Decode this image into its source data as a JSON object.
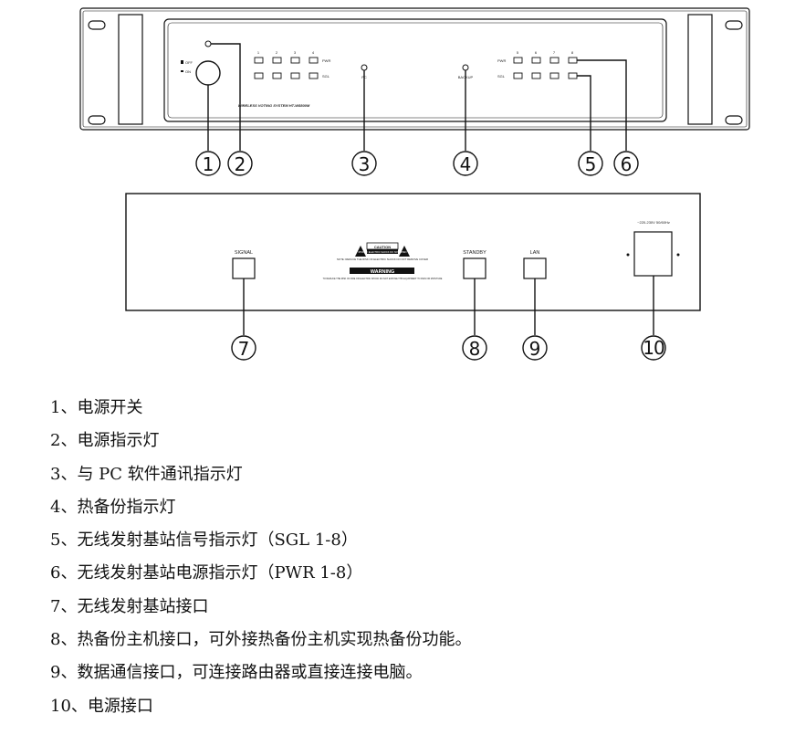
{
  "front_panel": {
    "system_name": "WIRELESS VOTING SYSTEM HT-W8800M",
    "switch_off_label": "OFF",
    "switch_on_label": "ON",
    "channels_left": [
      "1",
      "2",
      "3",
      "4"
    ],
    "channels_right": [
      "5",
      "6",
      "7",
      "8"
    ],
    "pwr_label": "PWR",
    "sgl_label": "SGL",
    "pc_label": "PC",
    "backup_label": "BACKUP"
  },
  "rear_panel": {
    "signal_label": "SIGNAL",
    "caution_title": "CAUTION",
    "caution_sub": "RISK OF ELECTRIC SHOCK DO NOT OPEN",
    "caution_note": "NOTE: REDUCE THE RISK OF ELECTRIC SHOCK DO NOT REMOVE COVER",
    "warning_title": "WARNING",
    "warning_note": "TO REDUCE THE RISK OF FIRE OR ELECTRIC SHOCK DO NOT EXPOSE THIS EQUIPMENT TO RAIN OR MOISTURE",
    "standby_label": "STANDBY",
    "lan_label": "LAN",
    "power_rating": "~220-230V 50/60Hz"
  },
  "callouts": [
    "1",
    "2",
    "3",
    "4",
    "5",
    "6",
    "7",
    "8",
    "9",
    "10"
  ],
  "legend": [
    "1、电源开关",
    "2、电源指示灯",
    "3、与  PC  软件通讯指示灯",
    "4、热备份指示灯",
    "5、无线发射基站信号指示灯（SGL 1-8）",
    "6、无线发射基站电源指示灯（PWR 1-8）",
    "7、无线发射基站接口",
    "8、热备份主机接口，可外接热备份主机实现热备份功能。",
    "9、数据通信接口，可连接路由器或直接连接电脑。",
    "10、电源接口"
  ]
}
